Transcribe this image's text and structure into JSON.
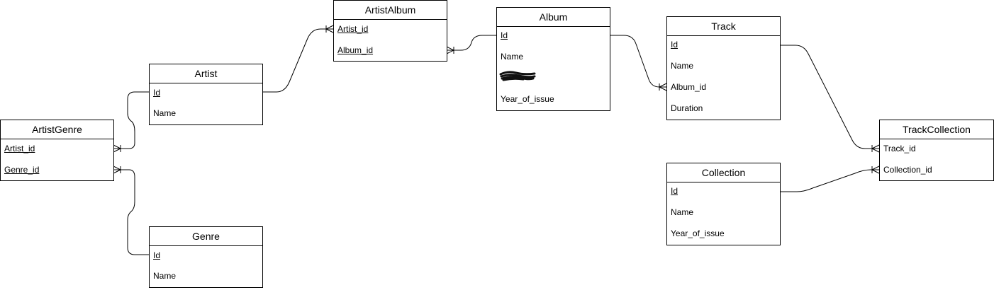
{
  "entities": {
    "artist_genre": {
      "title": "ArtistGenre",
      "fields": [
        "Artist_id",
        "Genre_id"
      ]
    },
    "artist": {
      "title": "Artist",
      "fields": [
        "Id",
        "Name"
      ]
    },
    "genre": {
      "title": "Genre",
      "fields": [
        "Id",
        "Name"
      ]
    },
    "artist_album": {
      "title": "ArtistAlbum",
      "fields": [
        "Artist_id",
        "Album_id"
      ]
    },
    "album": {
      "title": "Album",
      "fields": [
        "Id",
        "Name",
        "Year_of_issue"
      ]
    },
    "track": {
      "title": "Track",
      "fields": [
        "Id",
        "Name",
        "Album_id",
        "Duration"
      ]
    },
    "collection": {
      "title": "Collection",
      "fields": [
        "Id",
        "Name",
        "Year_of_issue"
      ]
    },
    "track_collection": {
      "title": "TrackCollection",
      "fields": [
        "Track_id",
        "Collection_id"
      ]
    }
  }
}
